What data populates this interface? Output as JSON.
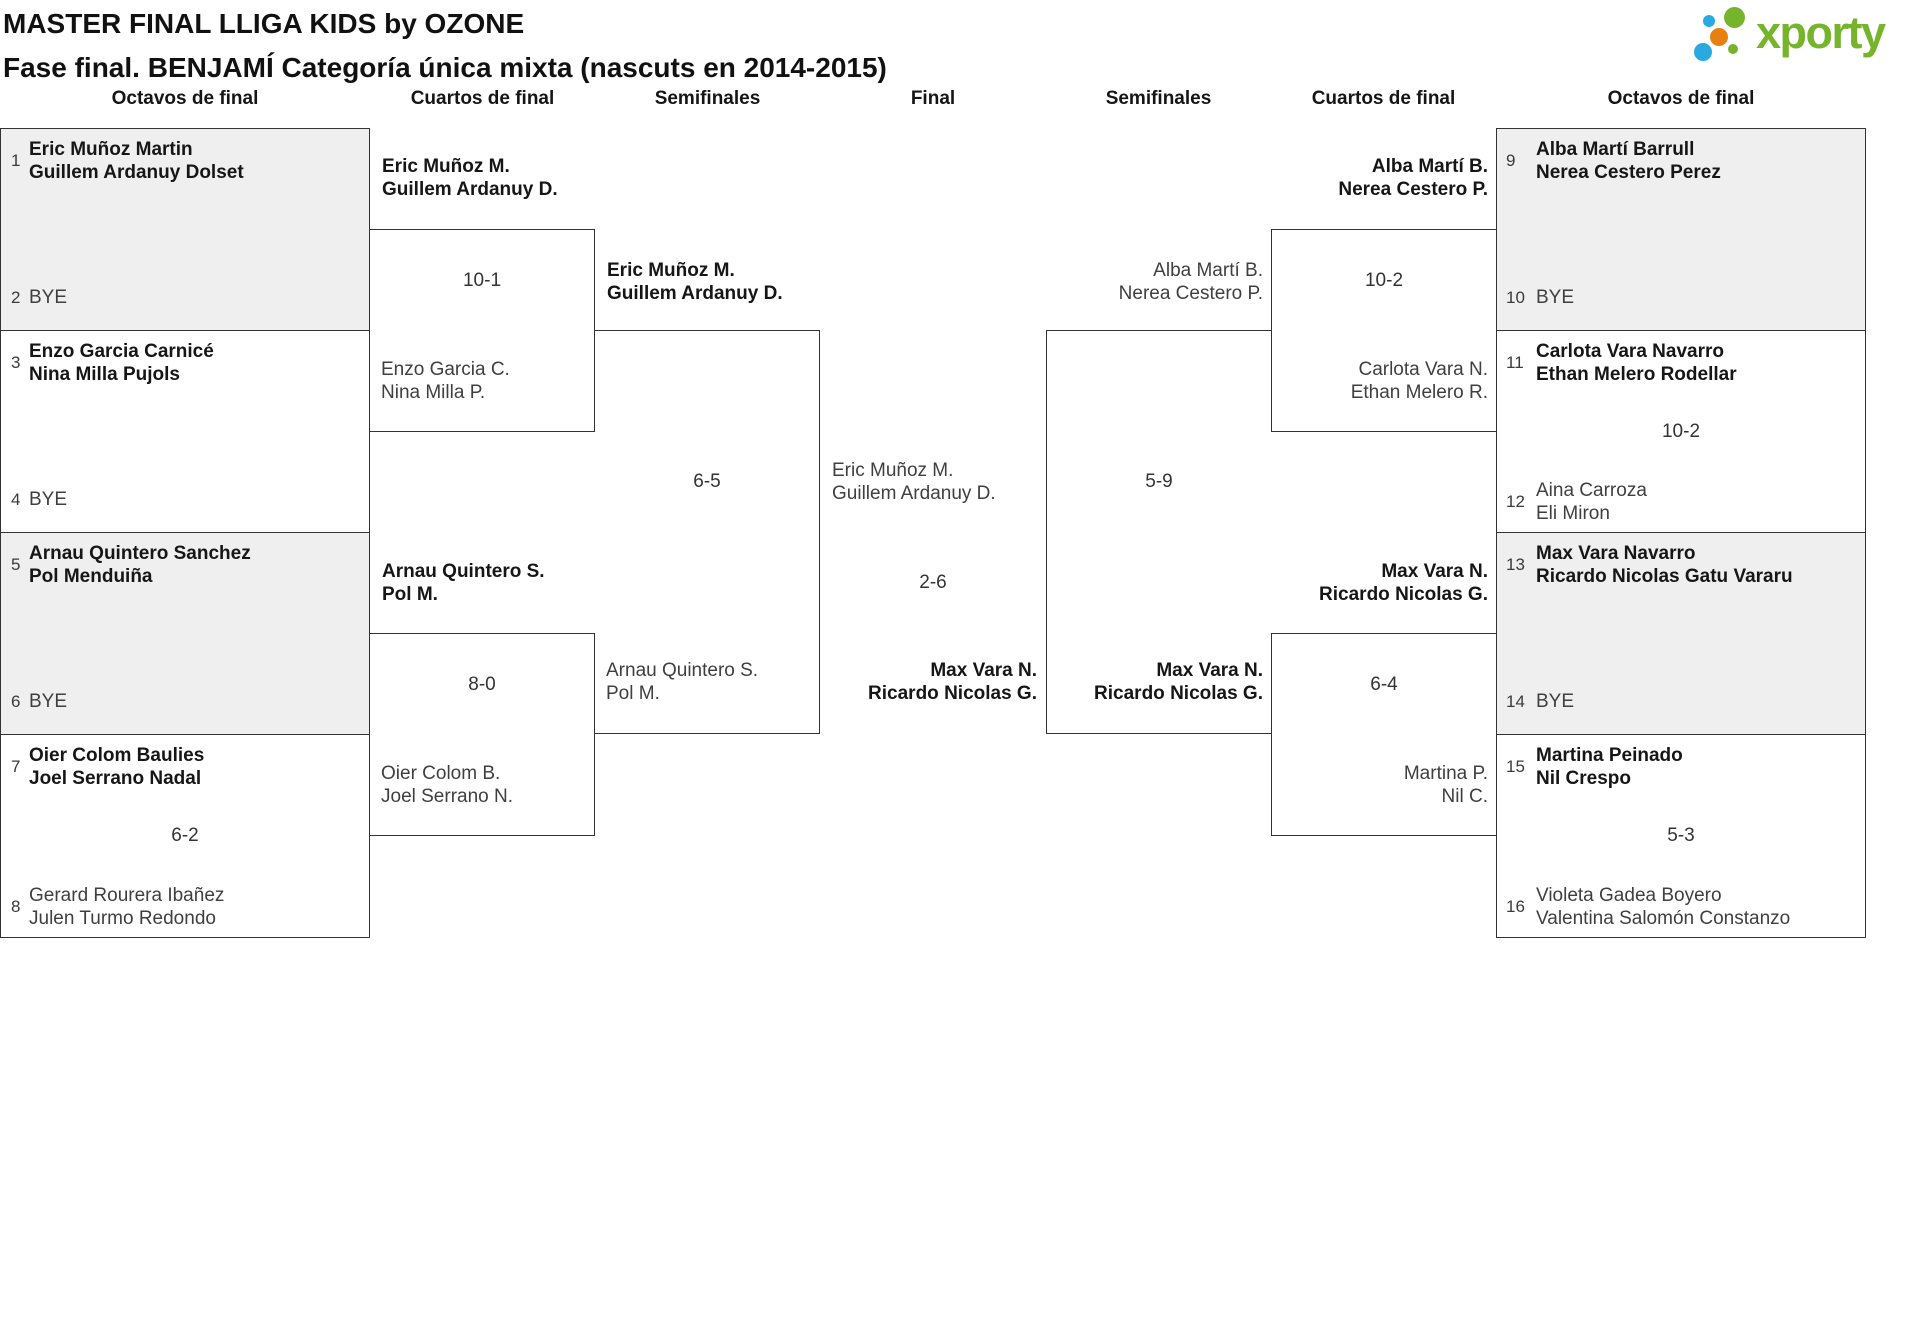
{
  "page": {
    "title": "MASTER FINAL LLIGA KIDS by OZONE",
    "subtitle": "Fase final. BENJAMÍ Categoría única mixta (nascuts en 2014-2015)"
  },
  "logo": {
    "brand": "xporty"
  },
  "colors": {
    "border": "#333333",
    "shaded_box": "#efefef",
    "text_dark": "#161616",
    "text_gray": "#3f3f3f",
    "logo_green": "#76b52b",
    "logo_blue": "#2aa9e0",
    "logo_orange": "#e8800f"
  },
  "columns": [
    "Octavos de final",
    "Cuartos de final",
    "Semifinales",
    "Final",
    "Semifinales",
    "Cuartos de final",
    "Octavos de final"
  ],
  "rounds": {
    "octavos_left": [
      {
        "seed_a": "1",
        "team_a": [
          "Eric Muñoz Martin",
          "Guillem Ardanuy Dolset"
        ],
        "score": "",
        "seed_b": "2",
        "team_b": [
          "BYE"
        ]
      },
      {
        "seed_a": "3",
        "team_a": [
          "Enzo Garcia Carnicé",
          "Nina Milla Pujols"
        ],
        "score": "",
        "seed_b": "4",
        "team_b": [
          "BYE"
        ]
      },
      {
        "seed_a": "5",
        "team_a": [
          "Arnau Quintero Sanchez",
          "Pol Menduiña"
        ],
        "score": "",
        "seed_b": "6",
        "team_b": [
          "BYE"
        ]
      },
      {
        "seed_a": "7",
        "team_a": [
          "Oier Colom Baulies",
          "Joel Serrano Nadal"
        ],
        "score": "6-2",
        "seed_b": "8",
        "team_b": [
          "Gerard Rourera Ibañez",
          "Julen Turmo Redondo"
        ]
      }
    ],
    "octavos_right": [
      {
        "seed_a": "9",
        "team_a": [
          "Alba Martí Barrull",
          "Nerea Cestero Perez"
        ],
        "score": "",
        "seed_b": "10",
        "team_b": [
          "BYE"
        ]
      },
      {
        "seed_a": "11",
        "team_a": [
          "Carlota Vara Navarro",
          "Ethan Melero Rodellar"
        ],
        "score": "10-2",
        "seed_b": "12",
        "team_b": [
          "Aina Carroza",
          "Eli Miron"
        ]
      },
      {
        "seed_a": "13",
        "team_a": [
          "Max Vara Navarro",
          "Ricardo Nicolas Gatu Vararu"
        ],
        "score": "",
        "seed_b": "14",
        "team_b": [
          "BYE"
        ]
      },
      {
        "seed_a": "15",
        "team_a": [
          "Martina Peinado",
          "Nil Crespo"
        ],
        "score": "5-3",
        "seed_b": "16",
        "team_b": [
          "Violeta Gadea Boyero",
          "Valentina Salomón Constanzo"
        ]
      }
    ],
    "cuartos_left": [
      {
        "top": [
          "Eric Muñoz M.",
          "Guillem Ardanuy D."
        ],
        "top_winner": true,
        "score": "10-1",
        "bottom": [
          "Enzo Garcia C.",
          "Nina Milla P."
        ],
        "bottom_winner": false
      },
      {
        "top": [
          "Arnau Quintero S.",
          "Pol M."
        ],
        "top_winner": true,
        "score": "8-0",
        "bottom": [
          "Oier Colom B.",
          "Joel Serrano N."
        ],
        "bottom_winner": false
      }
    ],
    "cuartos_right": [
      {
        "top": [
          "Alba Martí B.",
          "Nerea Cestero P."
        ],
        "top_winner": true,
        "score": "10-2",
        "bottom": [
          "Carlota Vara N.",
          "Ethan Melero R."
        ],
        "bottom_winner": false
      },
      {
        "top": [
          "Max Vara N.",
          "Ricardo Nicolas G."
        ],
        "top_winner": true,
        "score": "6-4",
        "bottom": [
          "Martina P.",
          "Nil C."
        ],
        "bottom_winner": false
      }
    ],
    "semifinal_left": {
      "top": [
        "Eric Muñoz M.",
        "Guillem Ardanuy D."
      ],
      "top_winner": true,
      "score": "6-5",
      "bottom": [
        "Arnau Quintero S.",
        "Pol M."
      ],
      "bottom_winner": false
    },
    "semifinal_right": {
      "top": [
        "Alba Martí B.",
        "Nerea Cestero P."
      ],
      "top_winner": false,
      "score": "5-9",
      "bottom": [
        "Max Vara N.",
        "Ricardo Nicolas G."
      ],
      "bottom_winner": true
    },
    "final": {
      "left": [
        "Eric Muñoz M.",
        "Guillem Ardanuy D."
      ],
      "left_winner": false,
      "score": "2-6",
      "right": [
        "Max Vara N.",
        "Ricardo Nicolas G."
      ],
      "right_winner": true
    }
  }
}
